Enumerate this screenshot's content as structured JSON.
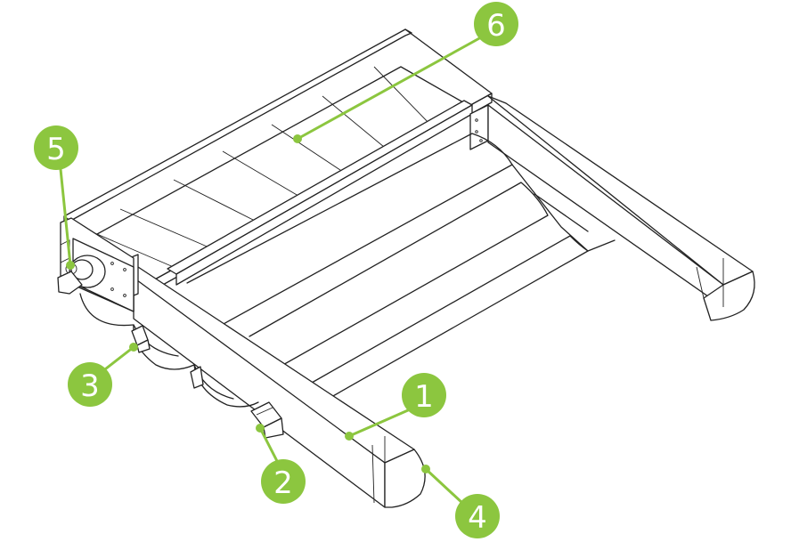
{
  "colors": {
    "callout": "#8cc63f",
    "callout_text": "#ffffff",
    "linework": "#222222",
    "background": "#ffffff"
  },
  "callouts": [
    {
      "id": "1",
      "label": "1"
    },
    {
      "id": "2",
      "label": "2"
    },
    {
      "id": "3",
      "label": "3"
    },
    {
      "id": "4",
      "label": "4"
    },
    {
      "id": "5",
      "label": "5"
    },
    {
      "id": "6",
      "label": "6"
    }
  ]
}
